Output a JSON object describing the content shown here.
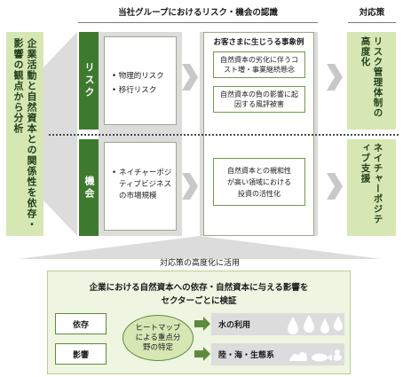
{
  "header": {
    "recognition_title": "当社グループにおけるリスク・機会の認識",
    "response_title": "対応策"
  },
  "left_label": "企業活動と自然資本との関係性を依存・影響の観点から分析",
  "risk": {
    "bar_label": "リスク",
    "items": [
      "物理的リスク",
      "移行リスク"
    ],
    "cases_title": "お客さまに生じうる事象例",
    "cases": [
      "自然資本の劣化に伴うコスト増・事業継続懸念",
      "自然資本の負の影響に起因する風評被害"
    ],
    "response": "リスク管理体制の高度化"
  },
  "opportunity": {
    "bar_label": "機会",
    "item": "ネイチャーポジティブビジネスの市場規模",
    "case": "自然資本との親和性が高い領域における投資の活性化",
    "response": "ネイチャーポジティブ支援"
  },
  "flow_label": "対応策の高度化に活用",
  "bottom": {
    "title_line1": "企業における自然資本への依存・自然資本に与える影響を",
    "title_line2": "セクターごとに検証",
    "dependency_label": "依存",
    "impact_label": "影響",
    "heatmap_label": "ヒートマップによる重点分野の特定",
    "water_label": "水の利用",
    "land_label": "陸・海・生態系"
  },
  "colors": {
    "light_green": "#d6e7b4",
    "dark_green": "#3e7a2e",
    "gray": "#dcdcdc"
  }
}
